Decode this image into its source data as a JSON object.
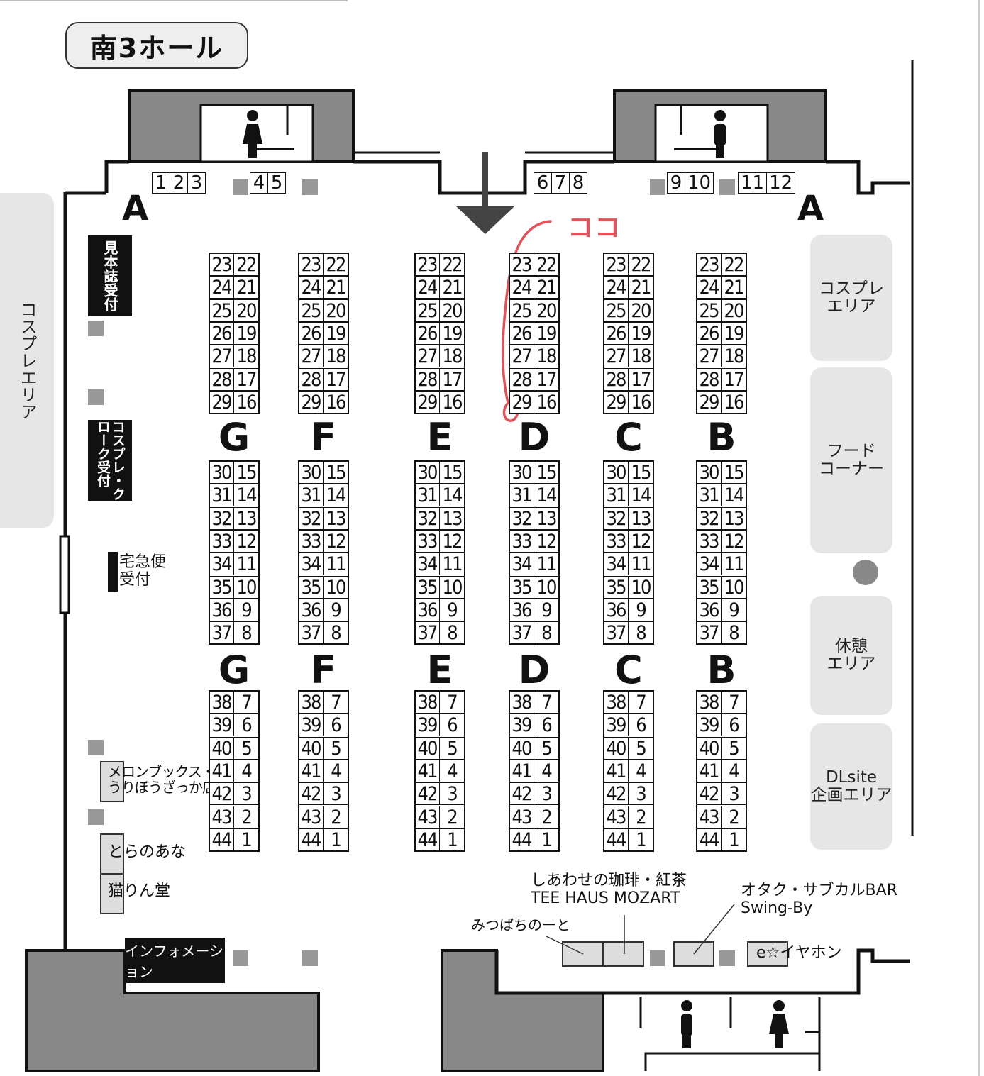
{
  "hall_title": "南3ホール",
  "aisle_letter": "A",
  "toilet_numbers": [
    {
      "id": "1-3",
      "nums": [
        "1",
        "2",
        "3"
      ]
    },
    {
      "id": "4-5",
      "nums": [
        "4",
        "5"
      ]
    },
    {
      "id": "6-8",
      "nums": [
        "6",
        "7",
        "8"
      ]
    },
    {
      "id": "9-10",
      "nums": [
        "9",
        "10"
      ]
    },
    {
      "id": "11-12",
      "nums": [
        "11",
        "12"
      ]
    }
  ],
  "left_areas": {
    "cosplay_area": "コスプレエリア",
    "sample_reception": "見本誌受付",
    "cosplay_cloak": "コスプレ・クローク受付",
    "delivery": "宅急便\n受付",
    "melon": "メロンブックス・\nうりぼうざっか店",
    "tora": "とらのあな",
    "neko": "猫りん堂",
    "information": "インフォメーション"
  },
  "right_areas": [
    {
      "id": "cosplay",
      "label": "コスプレ\nエリア"
    },
    {
      "id": "food",
      "label": "フード\nコーナー"
    },
    {
      "id": "rest",
      "label": "休憩\nエリア"
    },
    {
      "id": "dlsite",
      "label": "DLsite\n企画エリア"
    }
  ],
  "bottom_shops": {
    "coffee": "しあわせの珈琲・紅茶\nTEE HAUS MOZART",
    "mitsubachi": "みつばちのーと",
    "otaku_bar": "オタク・サブカルBAR\nSwing-By",
    "earphone": "e☆イヤホン"
  },
  "handwritten_note": "ココ",
  "columns": [
    "G",
    "F",
    "E",
    "D",
    "C",
    "B"
  ],
  "booth_sections": [
    {
      "id": "top",
      "rows": [
        [
          "23",
          "22"
        ],
        [
          "24",
          "21"
        ],
        [
          "25",
          "20"
        ],
        [
          "26",
          "19"
        ],
        [
          "27",
          "18"
        ],
        [
          "28",
          "17"
        ],
        [
          "29",
          "16"
        ]
      ]
    },
    {
      "id": "mid",
      "rows": [
        [
          "30",
          "15"
        ],
        [
          "31",
          "14"
        ],
        [
          "32",
          "13"
        ],
        [
          "33",
          "12"
        ],
        [
          "34",
          "11"
        ],
        [
          "35",
          "10"
        ],
        [
          "36",
          "9"
        ],
        [
          "37",
          "8"
        ]
      ]
    },
    {
      "id": "bot",
      "rows": [
        [
          "38",
          "7"
        ],
        [
          "39",
          "6"
        ],
        [
          "40",
          "5"
        ],
        [
          "41",
          "4"
        ],
        [
          "42",
          "3"
        ],
        [
          "43",
          "2"
        ],
        [
          "44",
          "1"
        ]
      ]
    }
  ],
  "colors": {
    "wall": "#111111",
    "room_fill": "#888888",
    "area_fill": "#e6e6e6",
    "marker": "#999999",
    "note": "#e0535a"
  }
}
